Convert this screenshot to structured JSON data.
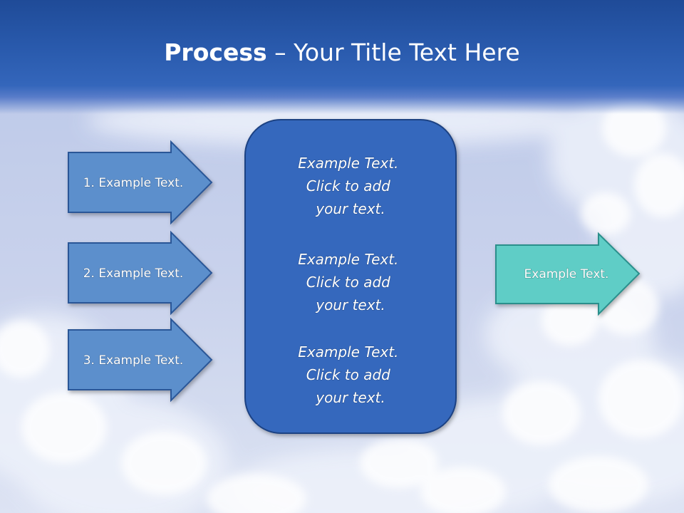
{
  "slide": {
    "title_bold": "Process",
    "title_rest": " – Your Title Text Here"
  },
  "inputs": [
    {
      "label": "1. Example Text."
    },
    {
      "label": "2. Example Text."
    },
    {
      "label": "3. Example Text."
    }
  ],
  "center_box": {
    "blocks": [
      {
        "lines": [
          "Example Text.",
          "Click  to add",
          "your text."
        ]
      },
      {
        "lines": [
          "Example Text.",
          "Click  to add",
          "your text."
        ]
      },
      {
        "lines": [
          "Example Text.",
          "Click  to add",
          "your text."
        ]
      }
    ]
  },
  "output": {
    "label": "Example Text."
  },
  "colors": {
    "input_arrow_fill": "#5b8fcc",
    "input_arrow_stroke": "#2b5797",
    "center_box_fill": "#3467bd",
    "center_box_stroke": "#1e4283",
    "output_arrow_fill": "#5fcdc6",
    "output_arrow_stroke": "#2a8f8c"
  }
}
